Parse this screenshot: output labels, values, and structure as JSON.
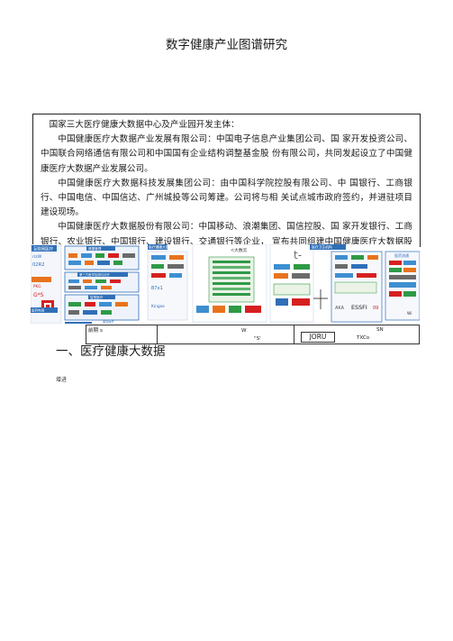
{
  "page": {
    "title": "数字健康产业图谱研究"
  },
  "intro": {
    "lead": "国家三大医疗健康大数据中心及产业园开发主体：",
    "paragraphs": [
      "中国健康医疗大数据产业发展有限公司：中国电子信息产业集团公司、国 家开发投资公司、中国联合网络通信有限公司和中国国有企业结构调整基金股 份有限公司，共同发起设立了中国健康医疗大数据产业发展公司。",
      "中国健康医疗大数据科技发展集团公司：由中国科学院控股有限公司、中 国银行、工商银行、中国电信、中国信达、广州城投等公司筹建。公司将与相 关试点城市政府签约，并进驻项目建设现场。",
      "中国健康医疗大数据股份有限公司：中国移动、浪潮集团、国信控股、国 家开发银行、工商银行、农业银行、中国银行、建设银行、交通银行等企业， 宣布共同组建中国健康医疗大数据股份有限公司。"
    ]
  },
  "map": {
    "left_tag": "互联网医疗",
    "left_sub_1": "rizW",
    "left_sub_2": "02R2",
    "pkg": "PKG",
    "gs": "G*S",
    "panel_1": "健康管理",
    "panel_2": "第三方医学检测与诊疗",
    "panel_3": "智慧医疗",
    "panel_4": "康复医疗",
    "left_bottom_tag": "医药电商",
    "mid_tag": "医疗健康大数据",
    "mid_text_1": "B7x1",
    "mid_text_2": "Kingxe",
    "mid_label_center": "<大数云",
    "right_tag": "医疗卫生机构",
    "right_big_t": "t-",
    "ak_text": "AKA",
    "essfi": "ESSFI",
    "essfi_num": "09",
    "right_panel": "医药流通",
    "wi": "Wi"
  },
  "strip": {
    "label_1": "前期 s",
    "label_2": "W",
    "label_3": "\"S'",
    "joru": "JORU",
    "label_4": "SN",
    "label_5": "TXCo"
  },
  "section": {
    "heading": "一、医疗健康大数据",
    "note": "增进"
  },
  "colors": {
    "blue_tag": "#2f6fb8",
    "orange": "#e8731e",
    "red": "#d62020",
    "green": "#2f9a46"
  }
}
